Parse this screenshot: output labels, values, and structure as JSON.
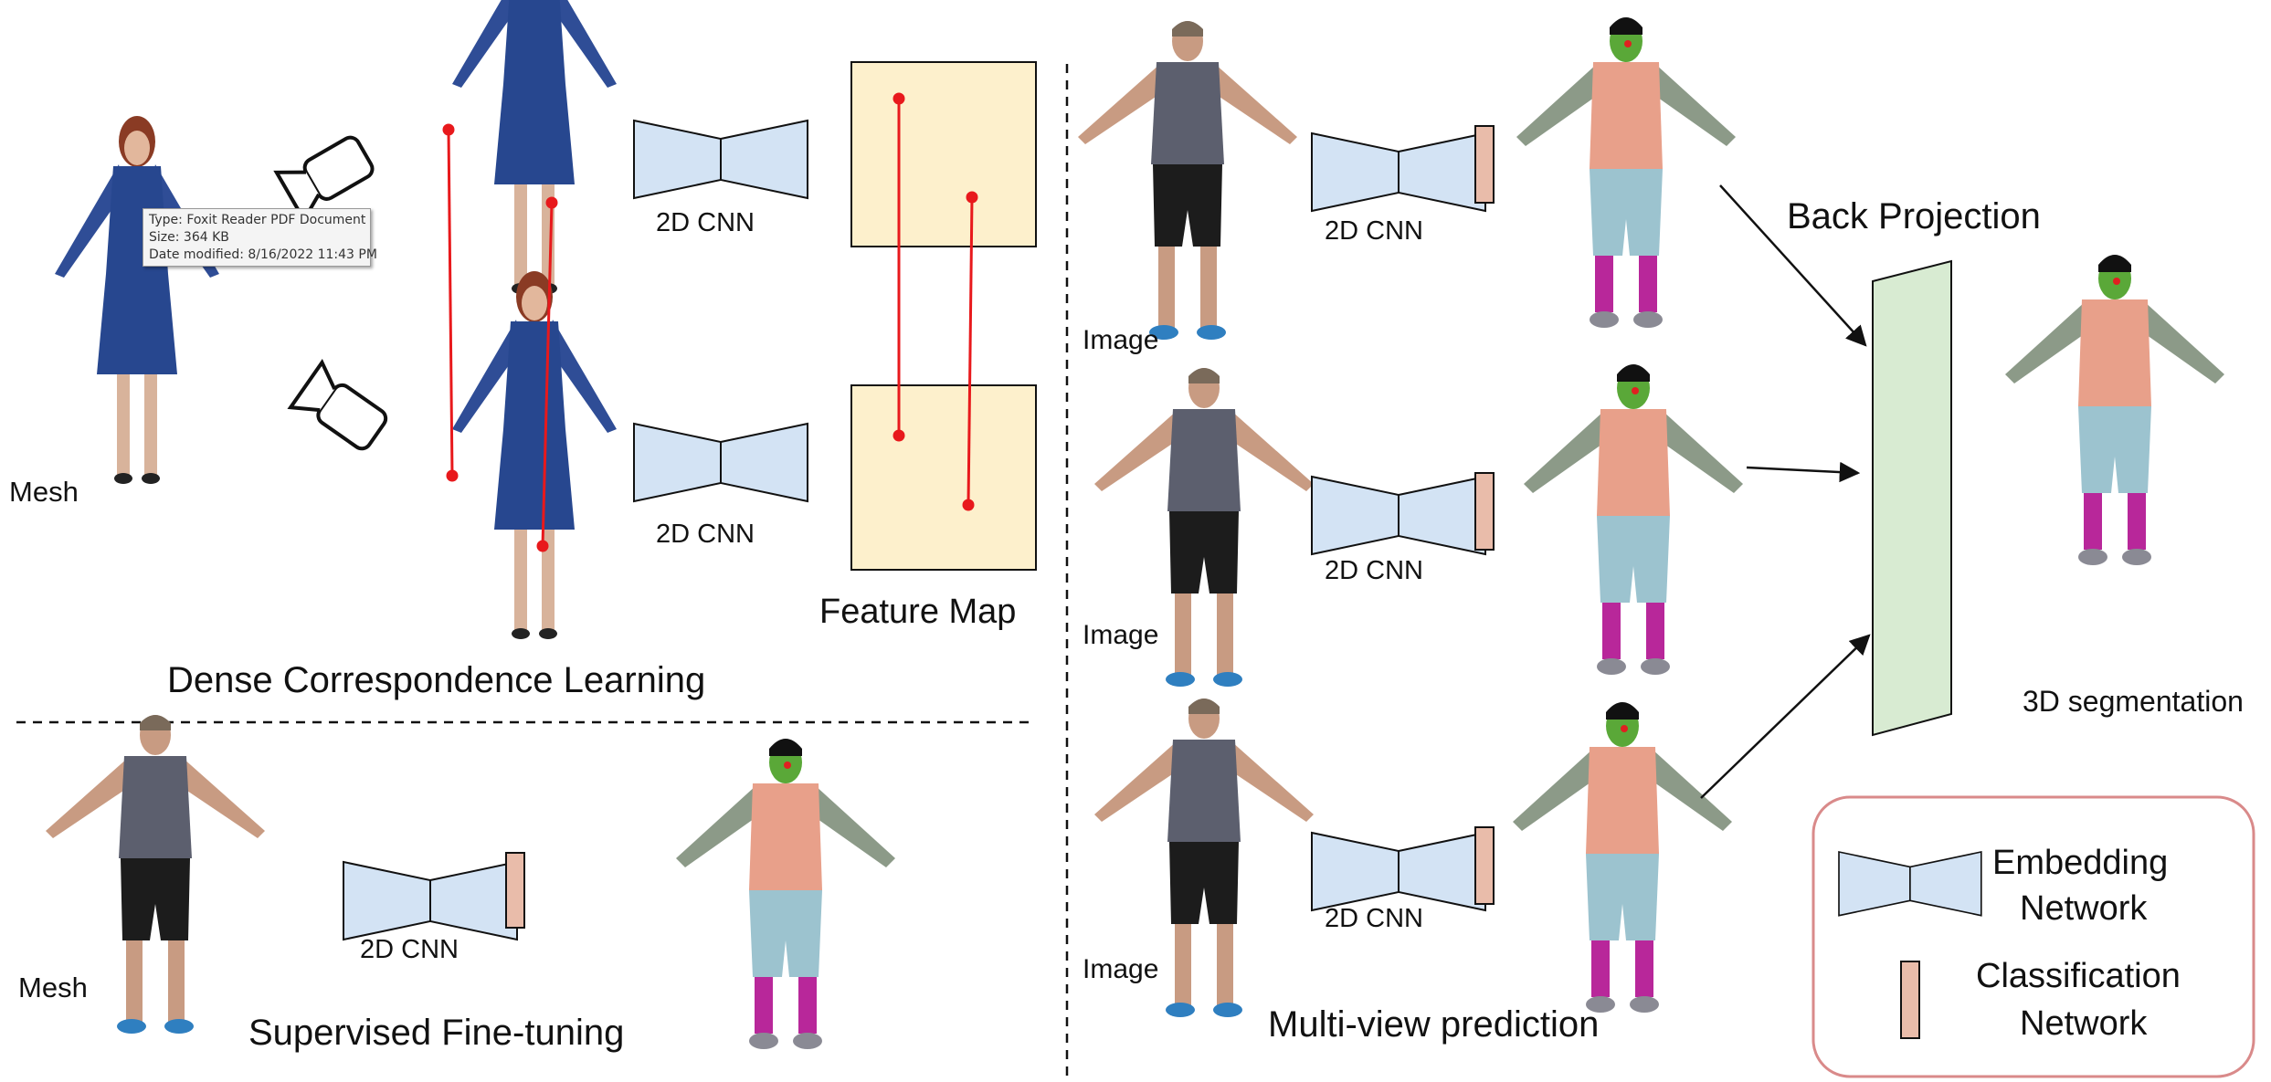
{
  "labels": {
    "mesh_top": "Mesh",
    "cnn_top": "2D CNN",
    "cnn_mid": "2D CNN",
    "feature_map": "Feature Map",
    "dense": "Dense Correspondence Learning",
    "mesh_bottom": "Mesh",
    "cnn_bottom": "2D CNN",
    "supervised": "Supervised Fine-tuning",
    "image_1": "Image",
    "image_2": "Image",
    "image_3": "Image",
    "cnn_mv1": "2D CNN",
    "cnn_mv2": "2D CNN",
    "cnn_mv3": "2D CNN",
    "back_projection": "Back Projection",
    "seg3d": "3D segmentation",
    "multiview": "Multi-view prediction"
  },
  "legend": {
    "embedding_line1": "Embedding",
    "embedding_line2": "Network",
    "classification_line1": "Classification",
    "classification_line2": "Network"
  },
  "tooltip": {
    "type": "Type: Foxit Reader PDF Document",
    "size": "Size: 364 KB",
    "modified": "Date modified: 8/16/2022 11:43 PM"
  },
  "colors": {
    "encoder_fill": "#d3e3f4",
    "classifier_fill": "#e9bcaa",
    "feature_map_fill": "#fdf0cc",
    "backproj_fill": "#d8ebd2",
    "correspondence": "#e8191c",
    "legend_border": "#d98a8a",
    "dress": "#27478f",
    "shirt": "#e8a08a",
    "pants": "#9cc3cf",
    "socks": "#b8279a",
    "arms": "#8c9a88"
  }
}
